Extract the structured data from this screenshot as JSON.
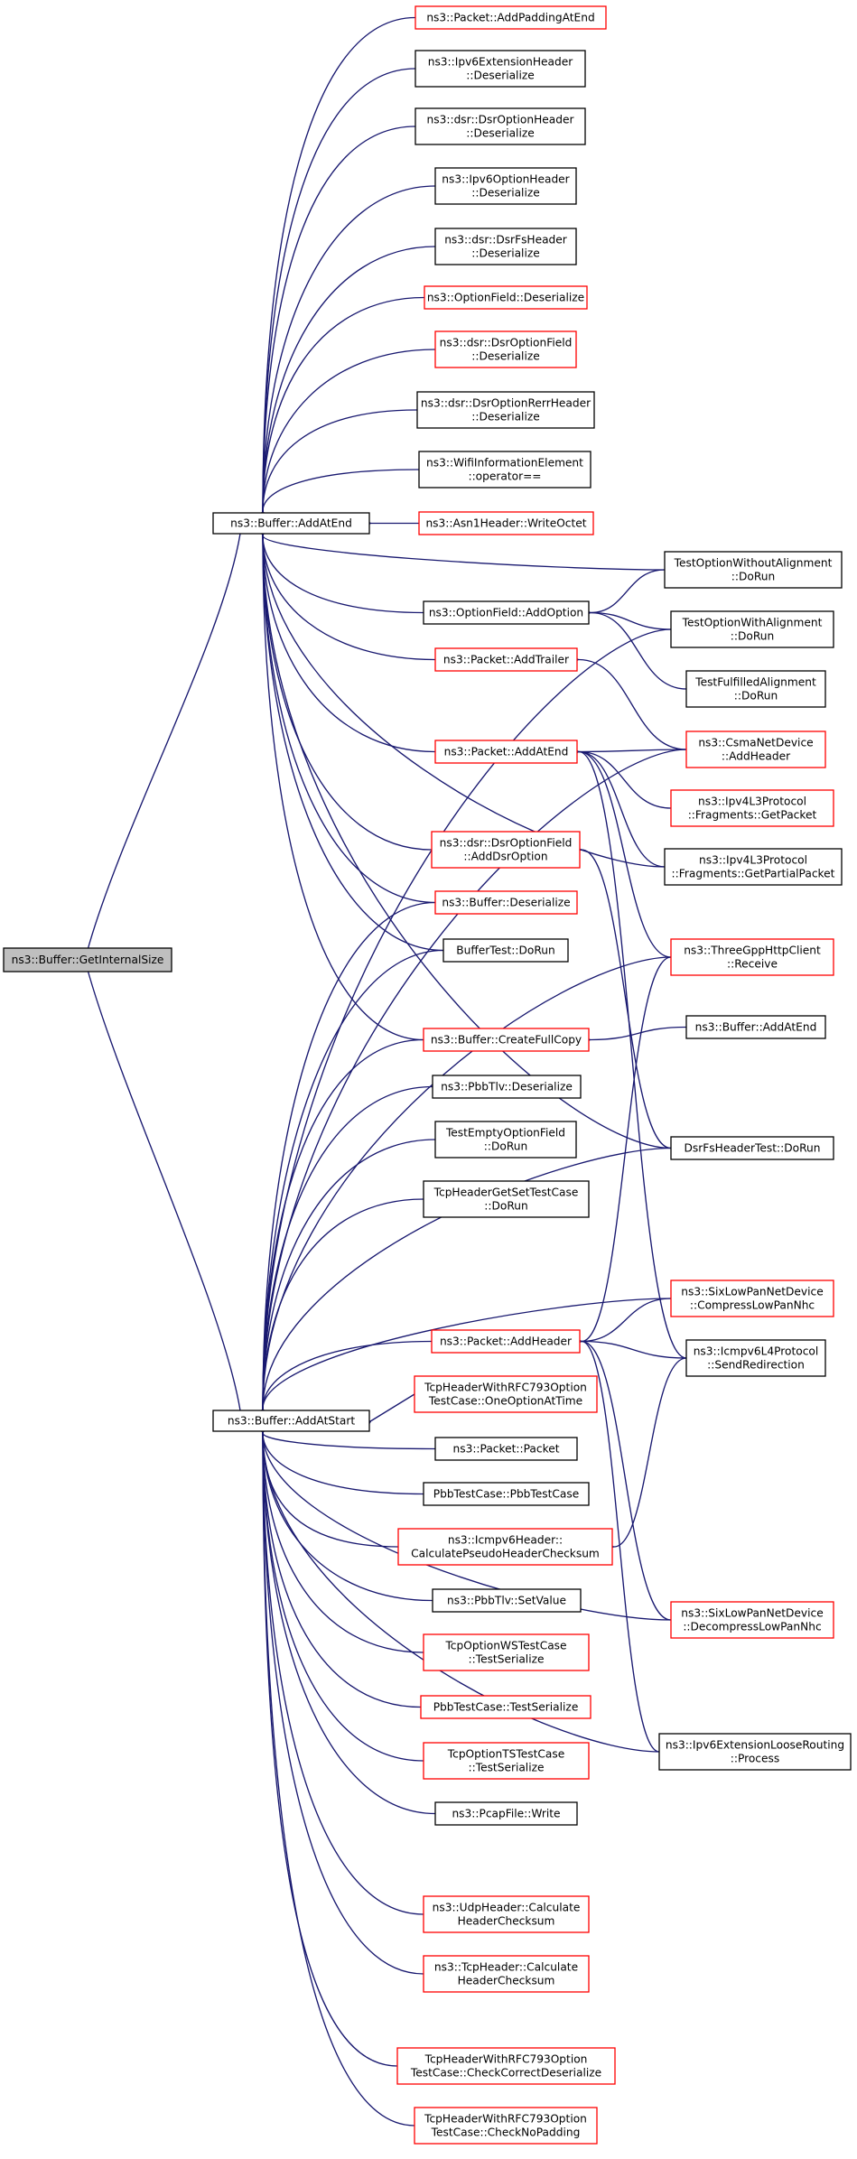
{
  "colors": {
    "edge": "#191970",
    "border_plain": "#000000",
    "border_link": "#ff0000",
    "root_fill": "#bfbfbf",
    "fill": "#ffffff"
  },
  "nodes": [
    {
      "id": "get_internal_size",
      "lines": [
        "ns3::Buffer::GetInternalSize"
      ],
      "style": "root"
    },
    {
      "id": "add_at_end",
      "lines": [
        "ns3::Buffer::AddAtEnd"
      ],
      "style": "plain"
    },
    {
      "id": "add_at_start",
      "lines": [
        "ns3::Buffer::AddAtStart"
      ],
      "style": "plain"
    },
    {
      "id": "packet_add_padding_at_end",
      "lines": [
        "ns3::Packet::AddPaddingAtEnd"
      ],
      "style": "link"
    },
    {
      "id": "ipv6_ext_header_deserialize",
      "lines": [
        "ns3::Ipv6ExtensionHeader",
        "::Deserialize"
      ],
      "style": "plain"
    },
    {
      "id": "dsr_option_header_deserialize",
      "lines": [
        "ns3::dsr::DsrOptionHeader",
        "::Deserialize"
      ],
      "style": "plain"
    },
    {
      "id": "ipv6_option_header_deserialize",
      "lines": [
        "ns3::Ipv6OptionHeader",
        "::Deserialize"
      ],
      "style": "plain"
    },
    {
      "id": "dsr_fs_header_deserialize",
      "lines": [
        "ns3::dsr::DsrFsHeader",
        "::Deserialize"
      ],
      "style": "plain"
    },
    {
      "id": "option_field_deserialize",
      "lines": [
        "ns3::OptionField::Deserialize"
      ],
      "style": "link"
    },
    {
      "id": "dsr_option_field_deserialize",
      "lines": [
        "ns3::dsr::DsrOptionField",
        "::Deserialize"
      ],
      "style": "link"
    },
    {
      "id": "dsr_option_rerr_header_deserialize",
      "lines": [
        "ns3::dsr::DsrOptionRerrHeader",
        "::Deserialize"
      ],
      "style": "plain"
    },
    {
      "id": "wifi_info_element_eq",
      "lines": [
        "ns3::WifiInformationElement",
        "::operator=="
      ],
      "style": "plain"
    },
    {
      "id": "asn1_write_octet",
      "lines": [
        "ns3::Asn1Header::WriteOctet"
      ],
      "style": "link"
    },
    {
      "id": "option_field_add_option",
      "lines": [
        "ns3::OptionField::AddOption"
      ],
      "style": "plain"
    },
    {
      "id": "packet_add_trailer",
      "lines": [
        "ns3::Packet::AddTrailer"
      ],
      "style": "link"
    },
    {
      "id": "packet_add_at_end",
      "lines": [
        "ns3::Packet::AddAtEnd"
      ],
      "style": "link"
    },
    {
      "id": "dsr_option_field_add_dsr_option",
      "lines": [
        "ns3::dsr::DsrOptionField",
        "::AddDsrOption"
      ],
      "style": "link"
    },
    {
      "id": "buffer_deserialize",
      "lines": [
        "ns3::Buffer::Deserialize"
      ],
      "style": "link"
    },
    {
      "id": "buffer_test_do_run",
      "lines": [
        "BufferTest::DoRun"
      ],
      "style": "plain"
    },
    {
      "id": "buffer_create_full_copy",
      "lines": [
        "ns3::Buffer::CreateFullCopy"
      ],
      "style": "link"
    },
    {
      "id": "pbb_tlv_deserialize",
      "lines": [
        "ns3::PbbTlv::Deserialize"
      ],
      "style": "plain"
    },
    {
      "id": "test_empty_option_field",
      "lines": [
        "TestEmptyOptionField",
        "::DoRun"
      ],
      "style": "plain"
    },
    {
      "id": "tcp_header_get_set_test_case",
      "lines": [
        "TcpHeaderGetSetTestCase",
        "::DoRun"
      ],
      "style": "plain"
    },
    {
      "id": "packet_add_header",
      "lines": [
        "ns3::Packet::AddHeader"
      ],
      "style": "link"
    },
    {
      "id": "tcp_rfc793_one_option",
      "lines": [
        "TcpHeaderWithRFC793Option",
        "TestCase::OneOptionAtTime"
      ],
      "style": "link"
    },
    {
      "id": "packet_packet",
      "lines": [
        "ns3::Packet::Packet"
      ],
      "style": "plain"
    },
    {
      "id": "pbb_test_case",
      "lines": [
        "PbbTestCase::PbbTestCase"
      ],
      "style": "plain"
    },
    {
      "id": "icmpv6_pseudo_checksum",
      "lines": [
        "ns3::Icmpv6Header::",
        "CalculatePseudoHeaderChecksum"
      ],
      "style": "link"
    },
    {
      "id": "pbb_tlv_set_value",
      "lines": [
        "ns3::PbbTlv::SetValue"
      ],
      "style": "plain"
    },
    {
      "id": "tcp_option_ws_test_serialize",
      "lines": [
        "TcpOptionWSTestCase",
        "::TestSerialize"
      ],
      "style": "link"
    },
    {
      "id": "pbb_test_case_serialize",
      "lines": [
        "PbbTestCase::TestSerialize"
      ],
      "style": "link"
    },
    {
      "id": "tcp_option_ts_test_serialize",
      "lines": [
        "TcpOptionTSTestCase",
        "::TestSerialize"
      ],
      "style": "link"
    },
    {
      "id": "pcap_file_write",
      "lines": [
        "ns3::PcapFile::Write"
      ],
      "style": "plain"
    },
    {
      "id": "udp_header_checksum",
      "lines": [
        "ns3::UdpHeader::Calculate",
        "HeaderChecksum"
      ],
      "style": "link"
    },
    {
      "id": "tcp_header_checksum",
      "lines": [
        "ns3::TcpHeader::Calculate",
        "HeaderChecksum"
      ],
      "style": "link"
    },
    {
      "id": "tcp_rfc793_check_deserialize",
      "lines": [
        "TcpHeaderWithRFC793Option",
        "TestCase::CheckCorrectDeserialize"
      ],
      "style": "link"
    },
    {
      "id": "tcp_rfc793_check_no_padding",
      "lines": [
        "TcpHeaderWithRFC793Option",
        "TestCase::CheckNoPadding"
      ],
      "style": "link"
    },
    {
      "id": "test_option_without_alignment",
      "lines": [
        "TestOptionWithoutAlignment",
        "::DoRun"
      ],
      "style": "plain"
    },
    {
      "id": "test_option_with_alignment",
      "lines": [
        "TestOptionWithAlignment",
        "::DoRun"
      ],
      "style": "plain"
    },
    {
      "id": "test_fulfilled_alignment",
      "lines": [
        "TestFulfilledAlignment",
        "::DoRun"
      ],
      "style": "plain"
    },
    {
      "id": "csma_add_header",
      "lines": [
        "ns3::CsmaNetDevice",
        "::AddHeader"
      ],
      "style": "link"
    },
    {
      "id": "ipv4l3_fragments_get_packet",
      "lines": [
        "ns3::Ipv4L3Protocol",
        "::Fragments::GetPacket"
      ],
      "style": "link"
    },
    {
      "id": "ipv4l3_fragments_get_partial",
      "lines": [
        "ns3::Ipv4L3Protocol",
        "::Fragments::GetPartialPacket"
      ],
      "style": "plain"
    },
    {
      "id": "three_gpp_http_client_receive",
      "lines": [
        "ns3::ThreeGppHttpClient",
        "::Receive"
      ],
      "style": "link"
    },
    {
      "id": "buffer_add_at_end_2",
      "lines": [
        "ns3::Buffer::AddAtEnd"
      ],
      "style": "plain"
    },
    {
      "id": "dsr_fs_header_test",
      "lines": [
        "DsrFsHeaderTest::DoRun"
      ],
      "style": "plain"
    },
    {
      "id": "sixlowpan_compress_nhc",
      "lines": [
        "ns3::SixLowPanNetDevice",
        "::CompressLowPanNhc"
      ],
      "style": "link"
    },
    {
      "id": "icmpv6l4_send_redirection",
      "lines": [
        "ns3::Icmpv6L4Protocol",
        "::SendRedirection"
      ],
      "style": "plain"
    },
    {
      "id": "sixlowpan_decompress_nhc",
      "lines": [
        "ns3::SixLowPanNetDevice",
        "::DecompressLowPanNhc"
      ],
      "style": "link"
    },
    {
      "id": "ipv6_ext_loose_routing_process",
      "lines": [
        "ns3::Ipv6ExtensionLooseRouting",
        "::Process"
      ],
      "style": "plain"
    }
  ]
}
